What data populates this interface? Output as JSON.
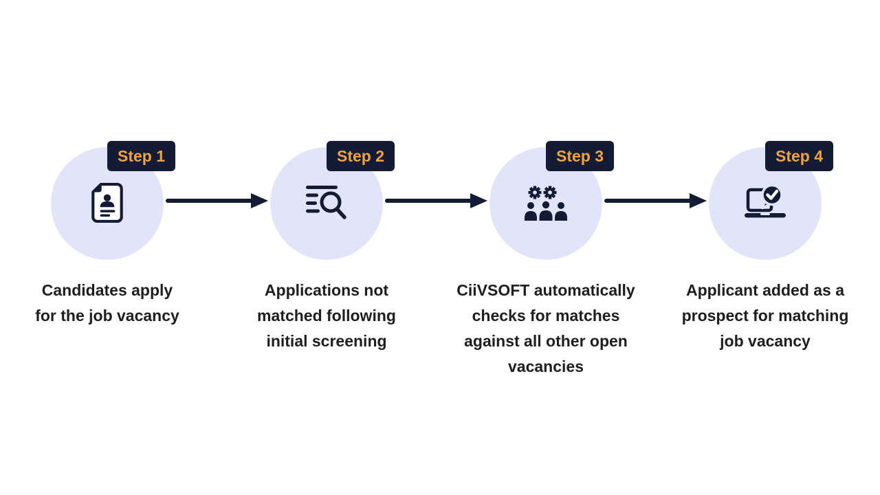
{
  "steps": [
    {
      "badge": "Step 1",
      "icon": "resume-document-icon",
      "label_lines": [
        "Candidates apply",
        "for the job vacancy"
      ]
    },
    {
      "badge": "Step 2",
      "icon": "screening-search-list-icon",
      "label_lines": [
        "Applications not",
        "matched following",
        "initial screening"
      ]
    },
    {
      "badge": "Step 3",
      "icon": "team-automation-gears-icon",
      "label_lines": [
        "CiiVSOFT automatically",
        "checks for matches",
        "against all other open",
        "vacancies"
      ]
    },
    {
      "badge": "Step 4",
      "icon": "laptop-check-bubble-icon",
      "label_lines": [
        "Applicant added as a",
        "prospect for matching",
        "job vacancy"
      ]
    }
  ],
  "colors": {
    "badge_bg": "#131B35",
    "badge_text": "#F2A43C",
    "circle_bg": "#E2E5F9",
    "icon": "#131B35",
    "arrow": "#131B35",
    "label_text": "#1E1E20",
    "page_bg": "#FFFFFF"
  }
}
